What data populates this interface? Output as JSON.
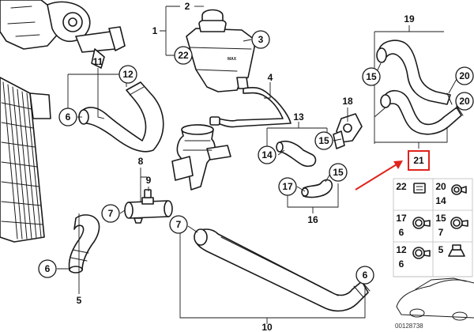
{
  "diagram": {
    "document_number": "00128738",
    "max_mark": "MAX",
    "highlight_color": "#e0231c",
    "callouts": {
      "c1": "1",
      "c2": "2",
      "c3": "3",
      "c22": "22",
      "c4": "4",
      "c11": "11",
      "c12": "12",
      "c6a": "6",
      "c19": "19",
      "c15a": "15",
      "c20a": "20",
      "c20b": "20",
      "c21": "21",
      "c18": "18",
      "c13": "13",
      "c14": "14",
      "c15b": "15",
      "c17": "17",
      "c15c": "15",
      "c16": "16",
      "c8": "8",
      "c9": "9",
      "c7a": "7",
      "c7b": "7",
      "c6b": "6",
      "c5": "5",
      "c6c": "6",
      "c10": "10"
    },
    "legend": [
      {
        "top": "22",
        "bottom": ""
      },
      {
        "top": "20",
        "bottom": "14"
      },
      {
        "top": "17",
        "bottom": "6"
      },
      {
        "top": "15",
        "bottom": "7"
      },
      {
        "top": "12",
        "bottom": "6"
      },
      {
        "top": "5",
        "bottom": ""
      }
    ]
  }
}
